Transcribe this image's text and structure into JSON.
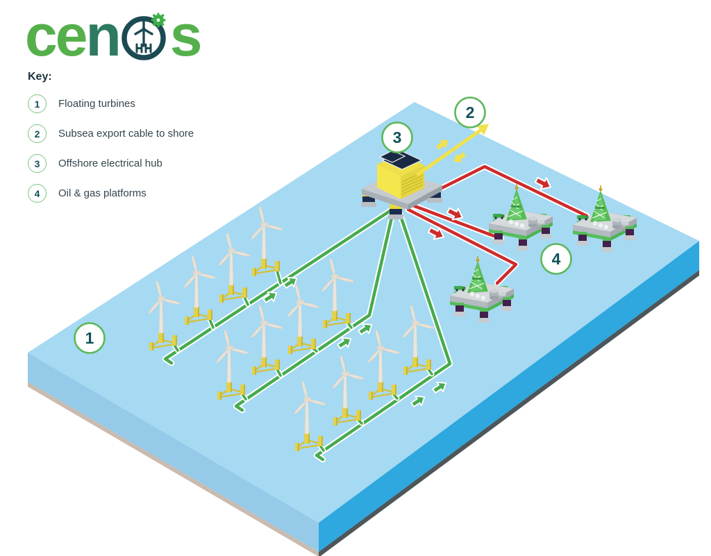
{
  "logo": {
    "part1": "ce",
    "part2": "n",
    "part3": "s",
    "icon": "wind-turbine-ring-icon",
    "color_green": "#55B04B",
    "color_teal": "#1B4A52"
  },
  "key": {
    "title": "Key:",
    "items": [
      {
        "num": "1",
        "label": "Floating turbines"
      },
      {
        "num": "2",
        "label": "Subsea export cable to shore"
      },
      {
        "num": "3",
        "label": "Offshore electrical hub"
      },
      {
        "num": "4",
        "label": "Oil & gas platforms"
      }
    ]
  },
  "diagram": {
    "description": "Isometric sea block with 12 floating wind turbines in 3 strings, an offshore electrical hub, a subsea export cable to shore and 3 oil & gas platforms",
    "markers": [
      {
        "num": "1",
        "meaning": "Floating turbines"
      },
      {
        "num": "2",
        "meaning": "Subsea export cable to shore"
      },
      {
        "num": "3",
        "meaning": "Offshore electrical hub"
      },
      {
        "num": "4",
        "meaning": "Oil & gas platforms"
      }
    ],
    "counts": {
      "turbines": 12,
      "turbine_strings": 3,
      "platforms": 3
    }
  },
  "colors": {
    "sea_top": "#A6D9F2",
    "sea_side_left": "#95CAE9",
    "sea_side_right": "#2EA8DF",
    "sea_edge_tan": "#C9BBAF",
    "sea_edge_dark": "#4D575B",
    "cable_array_green": "#47AB4F",
    "cable_platform_red": "#CE2B2B",
    "cable_export_yellow": "#F1E14B",
    "hub_yellow": "#F0E049",
    "hub_roof_navy": "#1B2A44",
    "platform_leg_purple": "#44204A",
    "derrick_green": "#53BD53"
  }
}
